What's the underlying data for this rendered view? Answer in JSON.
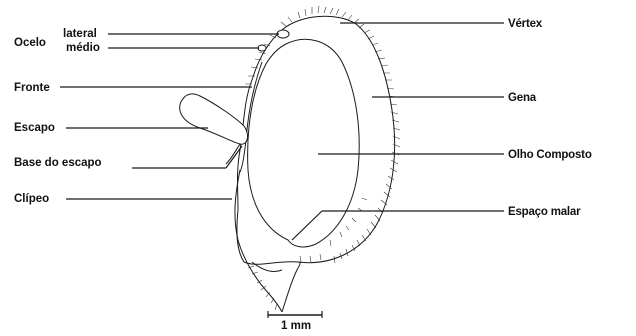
{
  "labels": {
    "ocelo": "Ocelo",
    "lateral": "lateral",
    "medio": "médio",
    "fronte": "Fronte",
    "escapo": "Escapo",
    "base_escapo": "Base do escapo",
    "clipeo": "Clípeo",
    "vertex": "Vértex",
    "gena": "Gena",
    "olho_composto": "Olho Composto",
    "espaco_malar": "Espaço malar"
  },
  "scale_bar": {
    "label": "1 mm"
  },
  "colors": {
    "line": "#1a1a1a",
    "background": "#ffffff"
  }
}
